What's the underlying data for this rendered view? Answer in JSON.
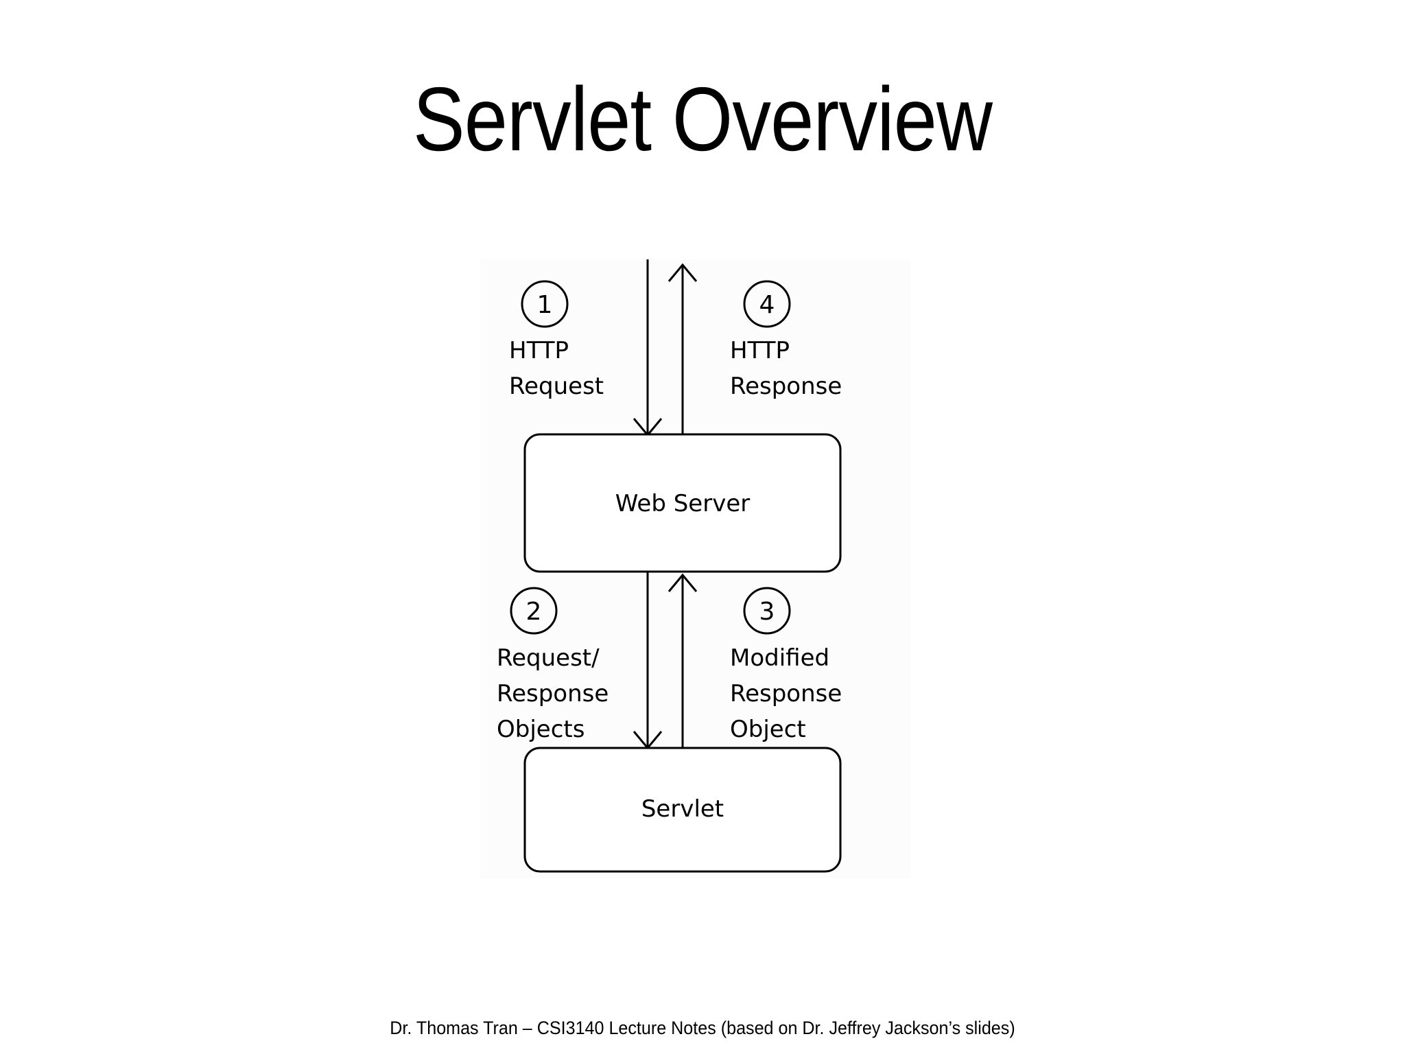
{
  "slide": {
    "title": "Servlet Overview",
    "footer": "Dr. Thomas Tran – CSI3140 Lecture Notes (based on Dr. Jeffrey Jackson’s slides)",
    "background_color": "#ffffff",
    "text_color": "#000000"
  },
  "diagram": {
    "type": "flow",
    "panel_background": "#fcfcfc",
    "line_color": "#000000",
    "nodes": [
      {
        "id": "web-server",
        "label": "Web Server",
        "shape": "rounded-rect"
      },
      {
        "id": "servlet",
        "label": "Servlet",
        "shape": "rounded-rect"
      }
    ],
    "flows": [
      {
        "step": "1",
        "label_lines": [
          "HTTP",
          "Request"
        ],
        "direction": "down",
        "from": "client",
        "to": "web-server",
        "side": "left"
      },
      {
        "step": "4",
        "label_lines": [
          "HTTP",
          "Response"
        ],
        "direction": "up",
        "from": "web-server",
        "to": "client",
        "side": "right"
      },
      {
        "step": "2",
        "label_lines": [
          "Request/",
          "Response",
          "Objects"
        ],
        "direction": "down",
        "from": "web-server",
        "to": "servlet",
        "side": "left"
      },
      {
        "step": "3",
        "label_lines": [
          "Modified",
          "Response",
          "Object"
        ],
        "direction": "up",
        "from": "servlet",
        "to": "web-server",
        "side": "right"
      }
    ],
    "step_markers": [
      "1",
      "4",
      "2",
      "3"
    ]
  }
}
